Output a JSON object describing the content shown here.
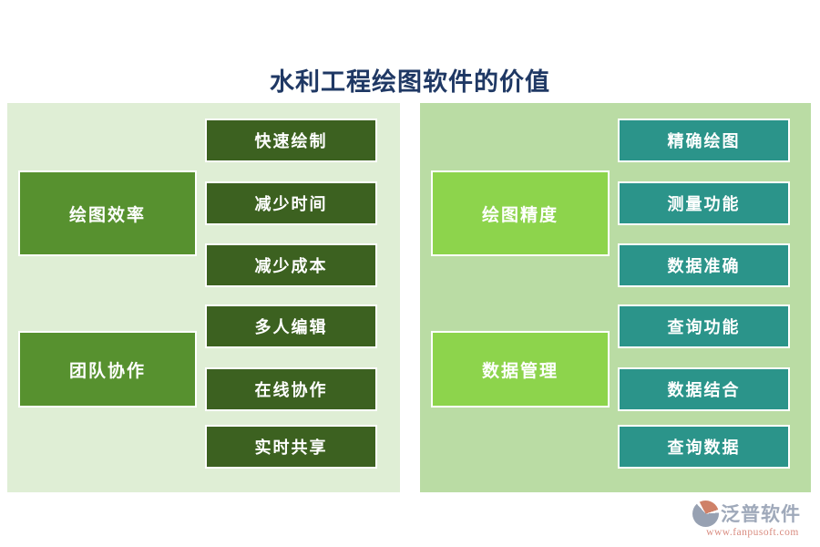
{
  "title": "水利工程绘图软件的价值",
  "panels": [
    {
      "side": "left",
      "background": "#dfeed5",
      "category_color": "#57912f",
      "item_color": "#3c6120",
      "categories": [
        {
          "label": "绘图效率",
          "items": [
            "快速绘制",
            "减少时间",
            "减少成本"
          ]
        },
        {
          "label": "团队协作",
          "items": [
            "多人编辑",
            "在线协作",
            "实时共享"
          ]
        }
      ]
    },
    {
      "side": "right",
      "background": "#badca4",
      "category_color": "#8dd44c",
      "item_color": "#2b948a",
      "categories": [
        {
          "label": "绘图精度",
          "items": [
            "精确绘图",
            "测量功能",
            "数据准确"
          ]
        },
        {
          "label": "数据管理",
          "items": [
            "查询功能",
            "数据结合",
            "查询数据"
          ]
        }
      ]
    }
  ],
  "footer": {
    "brand": "泛普软件",
    "url": "www.fanpusoft.com",
    "logo_colors": {
      "gray": "#97a1b2",
      "orange": "#cf8168"
    }
  },
  "colors": {
    "title": "#1f3864",
    "box_text": "#ffffff",
    "box_border": "#ffffff",
    "page_background": "#ffffff"
  }
}
